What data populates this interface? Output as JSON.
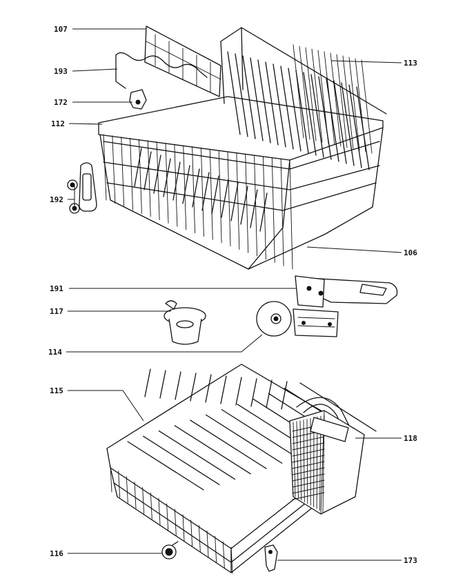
{
  "callouts": [
    {
      "id": "107",
      "text": "107"
    },
    {
      "id": "193",
      "text": "193"
    },
    {
      "id": "172",
      "text": "172"
    },
    {
      "id": "112",
      "text": "112"
    },
    {
      "id": "192",
      "text": "192"
    },
    {
      "id": "113",
      "text": "113"
    },
    {
      "id": "106",
      "text": "106"
    },
    {
      "id": "191",
      "text": "191"
    },
    {
      "id": "117",
      "text": "117"
    },
    {
      "id": "114",
      "text": "114"
    },
    {
      "id": "115",
      "text": "115"
    },
    {
      "id": "118",
      "text": "118"
    },
    {
      "id": "116",
      "text": "116"
    },
    {
      "id": "173",
      "text": "173"
    }
  ]
}
